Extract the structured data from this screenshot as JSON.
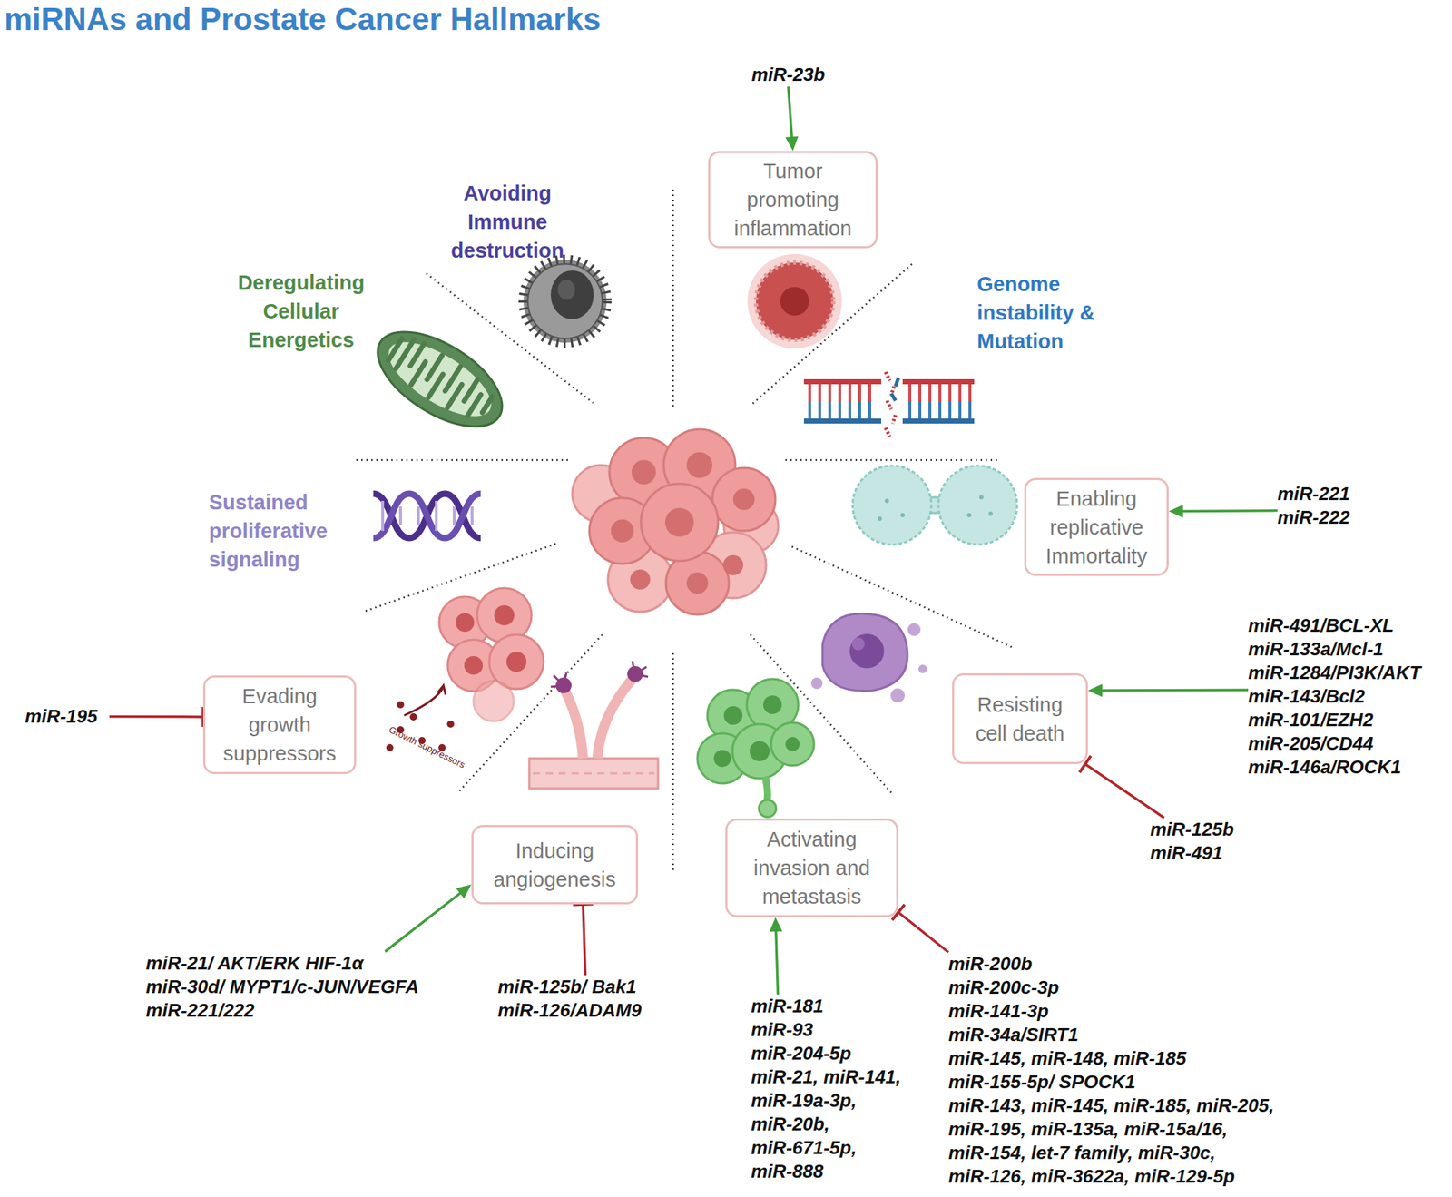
{
  "diagram": {
    "title": "miRNAs and Prostate Cancer Hallmarks",
    "nodes": [
      {
        "text": [
          "miR-23b"
        ]
      },
      {
        "text": [
          "Tumor promoting inflammation"
        ]
      },
      {
        "text": [
          "Enabling replicative Immortality"
        ]
      },
      {
        "text": [
          "miR-221",
          "miR-222"
        ]
      },
      {
        "text": [
          "Evading growth suppressors"
        ]
      },
      {
        "text": [
          "miR-195"
        ]
      },
      {
        "text": [
          "Resisting cell death"
        ]
      },
      {
        "text": [
          "miR-491/BCL-XL",
          "miR-133a/Mcl-1",
          "miR-1284/PI3K/AKT",
          "miR-143/Bcl2",
          "miR-101/EZH2",
          "miR-205/CD44",
          "miR-146a/ROCK1"
        ]
      },
      {
        "text": [
          "miR-125b",
          "miR-491"
        ]
      },
      {
        "text": [
          "Inducing angiogenesis"
        ]
      },
      {
        "text": [
          "miR-21/ AKT/ERK HIF-1α",
          "miR-30d/ MYPT1/c-JUN/VEGFA",
          "miR-221/222"
        ]
      },
      {
        "text": [
          "miR-125b/ Bak1",
          "miR-126/ADAM9"
        ]
      },
      {
        "text": [
          "Activating invasion and metastasis"
        ]
      },
      {
        "text": [
          "miR-181",
          "miR-93",
          "miR-204-5p",
          "miR-21, miR-141,",
          "miR-19a-3p,",
          "miR-20b,",
          "miR-671-5p,",
          "miR-888"
        ]
      },
      {
        "text": [
          "miR-200b",
          "miR-200c-3p",
          "miR-141-3p",
          "miR-34a/SIRT1",
          "miR-145, miR-148, miR-185",
          "miR-155-5p/ SPOCK1",
          "miR-143, miR-145, miR-185, miR-205,",
          "miR-195, miR-135a, miR-15a/16,",
          "miR-154, let-7 family, miR-30c,",
          "miR-126, miR-3622a, miR-129-5p"
        ]
      }
    ],
    "edges": [
      {
        "from": 0,
        "to": 1,
        "arrow": "to"
      },
      {
        "from": 3,
        "to": 2,
        "arrow": "to"
      },
      {
        "from": 5,
        "to": 4,
        "arrow": "to"
      },
      {
        "from": 7,
        "to": 6,
        "arrow": "to"
      },
      {
        "from": 8,
        "to": 6,
        "arrow": "to"
      },
      {
        "from": 10,
        "to": 9,
        "arrow": "to"
      },
      {
        "from": 11,
        "to": 9,
        "arrow": "to"
      },
      {
        "from": 13,
        "to": 12,
        "arrow": "to"
      },
      {
        "from": 14,
        "to": 12,
        "arrow": "to"
      }
    ],
    "labels": [
      "Avoiding Immune destruction",
      "Deregulating Cellular Energetics",
      "Genome instability & Mutation",
      "Sustained proliferative signaling",
      "Growth suppressors"
    ]
  }
}
